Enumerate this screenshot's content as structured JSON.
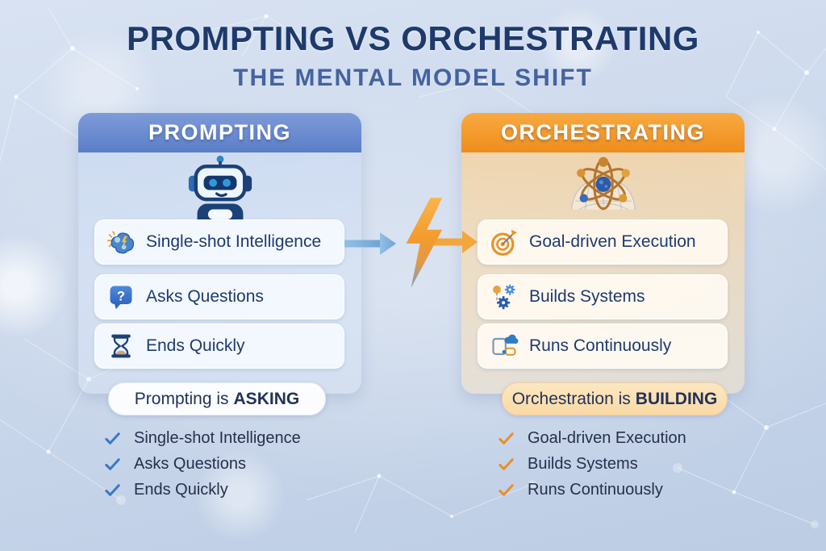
{
  "title": "PROMPTING VS ORCHESTRATING",
  "subtitle": "THE MENTAL MODEL SHIFT",
  "left_panel": {
    "header": "PROMPTING",
    "mascot_icon": "robot-icon",
    "items": [
      {
        "icon": "brain-icon",
        "label": "Single-shot Intelligence"
      },
      {
        "icon": "question-bubble-icon",
        "label": "Asks Questions"
      },
      {
        "icon": "hourglass-icon",
        "label": "Ends Quickly"
      }
    ],
    "badge": {
      "prefix": "Prompting is",
      "emphasis": "ASKING"
    },
    "checklist": [
      "Single-shot Intelligence",
      "Asks Questions",
      "Ends Quickly"
    ]
  },
  "right_panel": {
    "header": "ORCHESTRATING",
    "mascot_icon": "atom-icon",
    "items": [
      {
        "icon": "target-icon",
        "label": "Goal-driven Execution"
      },
      {
        "icon": "gears-icon",
        "label": "Builds Systems"
      },
      {
        "icon": "cloud-sync-icon",
        "label": "Runs Continuously"
      }
    ],
    "badge": {
      "prefix": "Orchestration is",
      "emphasis": "BUILDING"
    },
    "checklist": [
      "Goal-driven Execution",
      "Builds Systems",
      "Runs Continuously"
    ]
  },
  "center": {
    "icon": "lightning-bolt-icon"
  },
  "colors": {
    "title_navy": "#1e3a6c",
    "subtitle_blue": "#44639f",
    "header_blue": "#5a7ec7",
    "header_orange": "#ef8d1c",
    "check_blue": "#3b78c6",
    "check_orange": "#e78f2e",
    "item_text": "#1e3b6c"
  }
}
